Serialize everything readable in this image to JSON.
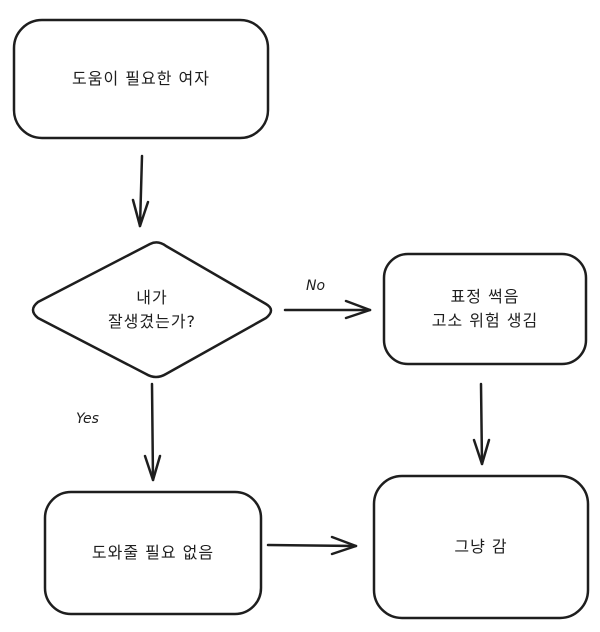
{
  "diagram": {
    "type": "flowchart",
    "style": "hand-drawn",
    "stroke_color": "#1e1e1e",
    "background": "#ffffff",
    "nodes": [
      {
        "id": "start",
        "shape": "rounded-rectangle",
        "lines": [
          "도움이 필요한 여자"
        ]
      },
      {
        "id": "decision",
        "shape": "diamond",
        "lines": [
          "내가",
          "잘생겼는가?"
        ]
      },
      {
        "id": "no_result",
        "shape": "rounded-rectangle",
        "lines": [
          "표정 썩음",
          "고소 위험 생김"
        ]
      },
      {
        "id": "yes_result",
        "shape": "rounded-rectangle",
        "lines": [
          "도와줄 필요 없음"
        ]
      },
      {
        "id": "end",
        "shape": "rounded-rectangle",
        "lines": [
          "그냥 감"
        ]
      }
    ],
    "edges": [
      {
        "from": "start",
        "to": "decision",
        "label": ""
      },
      {
        "from": "decision",
        "to": "no_result",
        "label": "No"
      },
      {
        "from": "decision",
        "to": "yes_result",
        "label": "Yes"
      },
      {
        "from": "no_result",
        "to": "end",
        "label": ""
      },
      {
        "from": "yes_result",
        "to": "end",
        "label": ""
      }
    ]
  }
}
